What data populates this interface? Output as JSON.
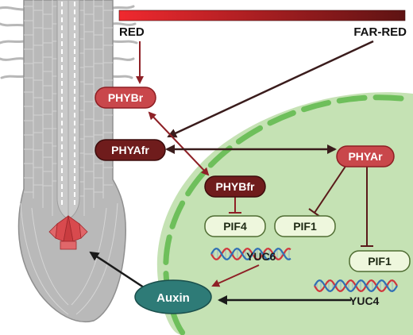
{
  "light": {
    "red_label": "RED",
    "far_red_label": "FAR-RED",
    "gradient_start": "#f0292f",
    "gradient_end": "#5e1313"
  },
  "proteins": {
    "phybr": "PHYBr",
    "phyafr": "PHYAfr",
    "phybfr": "PHYBfr",
    "phyar": "PHYAr"
  },
  "factors": {
    "pif4": "PIF4",
    "pif1_left": "PIF1",
    "pif1_right": "PIF1"
  },
  "genes": {
    "yuc6": "YUC6",
    "yuc4": "YUC4"
  },
  "hormone": {
    "auxin": "Auxin"
  },
  "colors": {
    "phyb_fill": "#c9474b",
    "phya_fill": "#6f1c1c",
    "pif_fill": "#eef7dd",
    "pif_stroke": "#4f6c32",
    "nucleus_fill": "#c5e2b4",
    "nucleus_stroke": "#6ebf5b",
    "auxin_fill": "#2e7b77",
    "root_fill": "#b7b7b7",
    "arrow_red": "#8e2026",
    "arrow_dark": "#3a2020"
  }
}
